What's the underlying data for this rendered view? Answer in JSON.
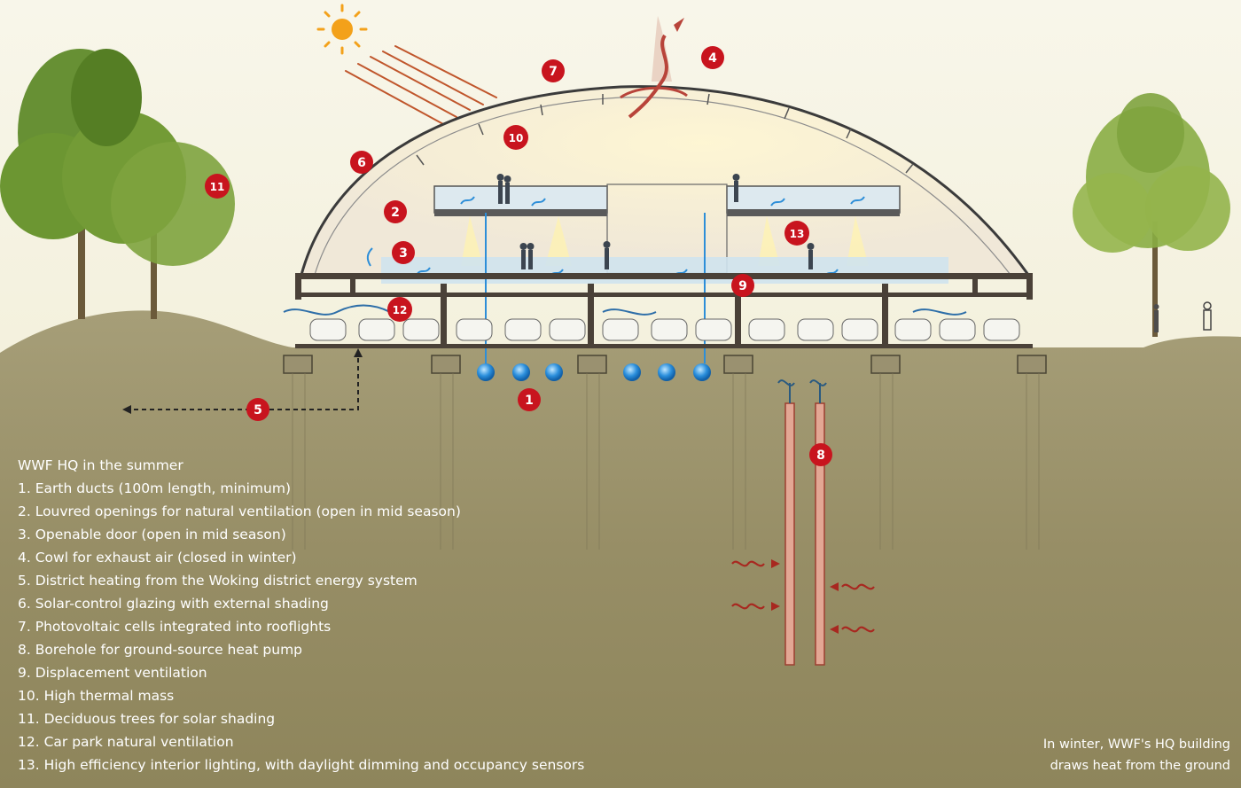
{
  "legend": {
    "title": "WWF HQ in the summer",
    "items": [
      "1. Earth ducts (100m length, minimum)",
      "2. Louvred openings for natural ventilation (open in mid season)",
      "3. Openable door (open in mid season)",
      "4. Cowl for exhaust air (closed in winter)",
      "5. District heating from the Woking district energy system",
      "6. Solar-control glazing with external shading",
      "7. Photovoltaic cells integrated into rooflights",
      "8. Borehole for ground-source heat pump",
      "9. Displacement ventilation",
      "10. High thermal mass",
      "11. Deciduous trees for solar shading",
      "12. Car park natural ventilation",
      "13. High efficiency interior lighting, with daylight dimming and occupancy sensors"
    ]
  },
  "winter_note": {
    "line1": "In winter, WWF's HQ building",
    "line2": "draws heat from the ground"
  },
  "markers": [
    "1",
    "2",
    "3",
    "4",
    "5",
    "6",
    "7",
    "8",
    "9",
    "10",
    "11",
    "12",
    "13"
  ],
  "colors": {
    "marker": "#c8141e",
    "ground": "#948b62",
    "sky": "#f4f1de",
    "tree": "#6a8a2c",
    "air_duct": "#2d8ed8",
    "borehole": "#e0a090",
    "heat_arrow": "#a82820"
  }
}
